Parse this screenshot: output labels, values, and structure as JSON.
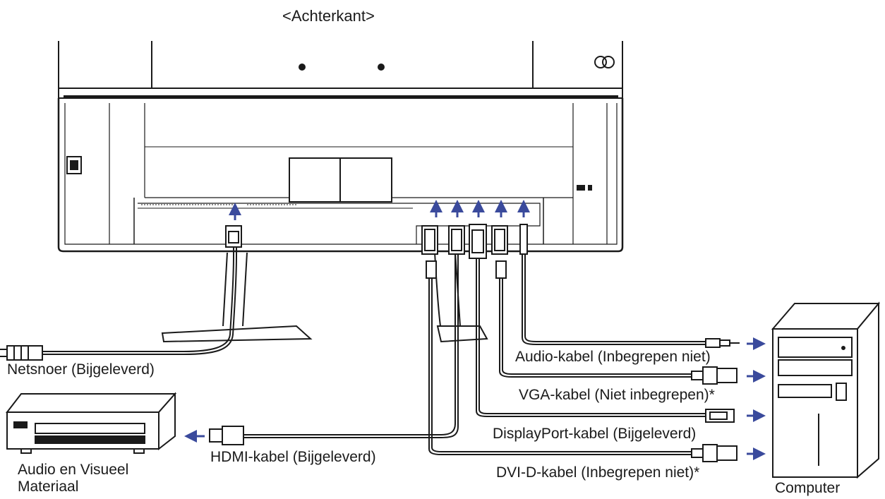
{
  "title": "<Achterkant>",
  "labels": {
    "power_cord": "Netsnoer (Bijgeleverd)",
    "audio_cable": "Audio-kabel (Inbegrepen niet)",
    "vga_cable": "VGA-kabel (Niet inbegrepen)*",
    "displayport_cable": "DisplayPort-kabel (Bijgeleverd)",
    "hdmi_cable": "HDMI-kabel (Bijgeleverd)",
    "dvi_cable": "DVI-D-kabel (Inbegrepen niet)*",
    "av_equipment_line1": "Audio en Visueel",
    "av_equipment_line2": "Materiaal",
    "computer": "Computer"
  },
  "colors": {
    "line": "#1a1a1a",
    "arrow": "#3a4a9c",
    "panel": "#ffffff"
  },
  "icons": [
    "power-plug-icon",
    "hdmi-plug-icon",
    "vga-plug-icon",
    "displayport-plug-icon",
    "dvi-plug-icon",
    "audio-jack-icon",
    "computer-tower-icon",
    "av-player-icon",
    "arrow-icon"
  ]
}
